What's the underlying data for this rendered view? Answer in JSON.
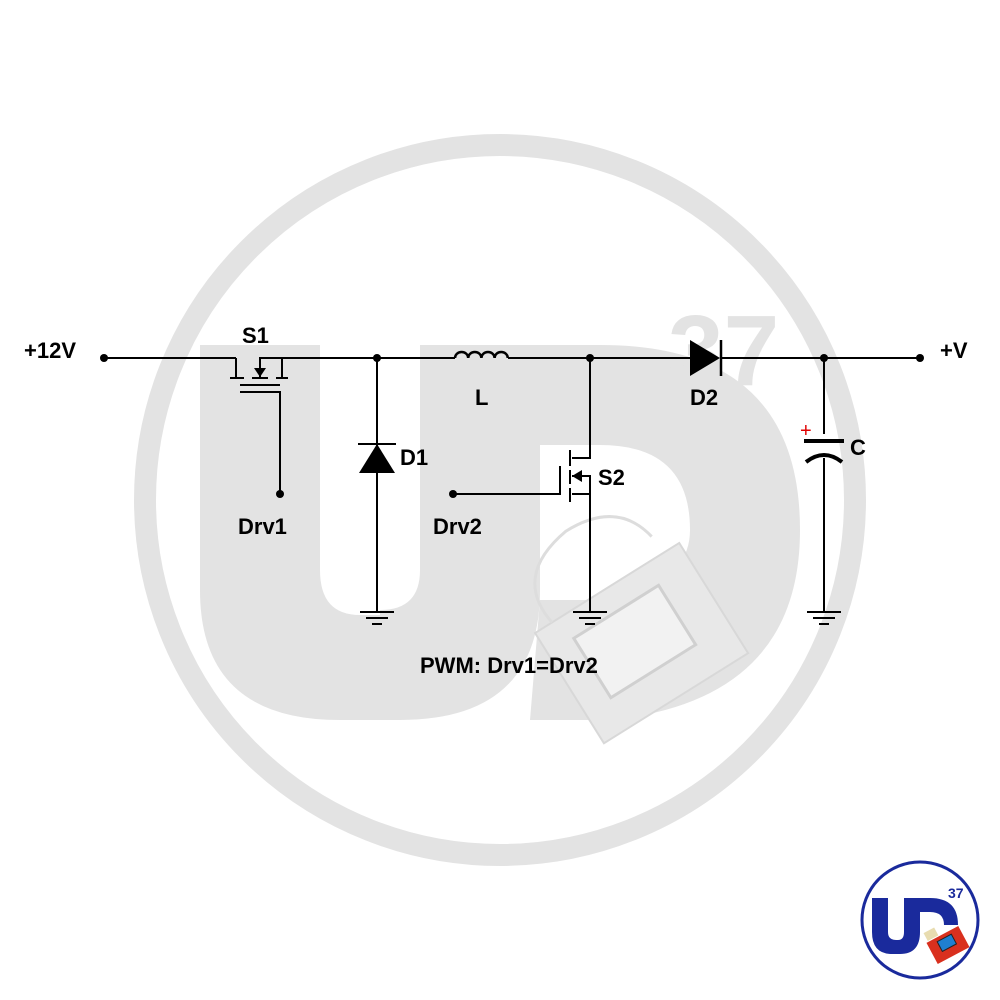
{
  "diagram": {
    "type": "circuit-schematic",
    "description": "Buck-boost style converter with two switches driven by same PWM",
    "nodes": {
      "input": "+12V",
      "output": "+V"
    },
    "components": {
      "s1": {
        "label": "S1",
        "type": "p-channel MOSFET"
      },
      "d1": {
        "label": "D1",
        "type": "diode"
      },
      "l": {
        "label": "L",
        "type": "inductor"
      },
      "s2": {
        "label": "S2",
        "type": "n-channel MOSFET"
      },
      "d2": {
        "label": "D2",
        "type": "diode"
      },
      "c": {
        "label": "C",
        "type": "polarized capacitor",
        "polarity_mark": "+"
      }
    },
    "drives": {
      "drv1": "Drv1",
      "drv2": "Drv2"
    },
    "note": "PWM: Drv1=Drv2"
  },
  "watermark": {
    "text": "UD",
    "superscript": "37"
  },
  "logo": {
    "text": "UD",
    "superscript": "37"
  },
  "colors": {
    "wire": "#000000",
    "polarity": "#e00000",
    "watermark": "#e3e3e3",
    "logo_blue": "#1a2a9c",
    "logo_board": "#d9301e"
  }
}
